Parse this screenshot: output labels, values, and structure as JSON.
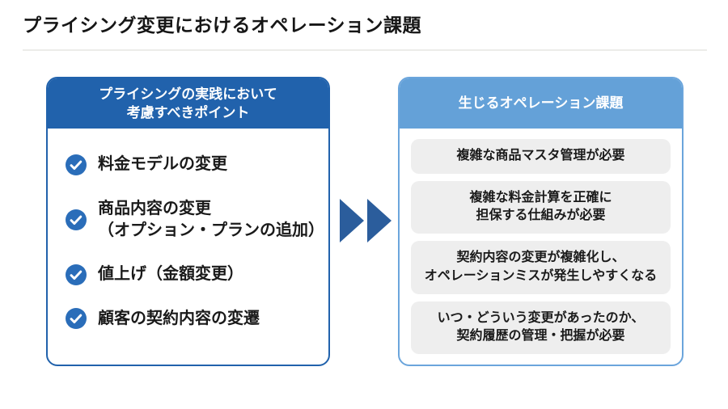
{
  "slide": {
    "title": "プライシング変更におけるオペレーション課題"
  },
  "left_panel": {
    "header_line1": "プライシングの実践において",
    "header_line2": "考慮すべきポイント",
    "items": [
      {
        "line1": "料金モデルの変更",
        "line2": ""
      },
      {
        "line1": "商品内容の変更",
        "line2": "（オプション・プランの追加）"
      },
      {
        "line1": "値上げ（金額変更）",
        "line2": ""
      },
      {
        "line1": "顧客の契約内容の変遷",
        "line2": ""
      }
    ]
  },
  "arrows": {
    "direction": "right",
    "count": 2
  },
  "right_panel": {
    "header": "生じるオペレーション課題",
    "items": [
      {
        "line1": "複雑な商品マスタ管理が必要",
        "line2": ""
      },
      {
        "line1": "複雑な料金計算を正確に",
        "line2": "担保する仕組みが必要"
      },
      {
        "line1": "契約内容の変更が複雑化し、",
        "line2": "オペレーションミスが発生しやすくなる"
      },
      {
        "line1": "いつ・どういう変更があったのか、",
        "line2": "契約履歴の管理・把握が必要"
      }
    ]
  },
  "colors": {
    "primary_blue": "#2162AC",
    "check_circle_blue": "#2A6DB9",
    "arrow_blue": "#2B5D9C",
    "light_blue": "#64A1D8",
    "light_blue_border": "#6BA5DC",
    "item_gray": "#EEEEEE",
    "text_dark": "#1A1A1A"
  }
}
